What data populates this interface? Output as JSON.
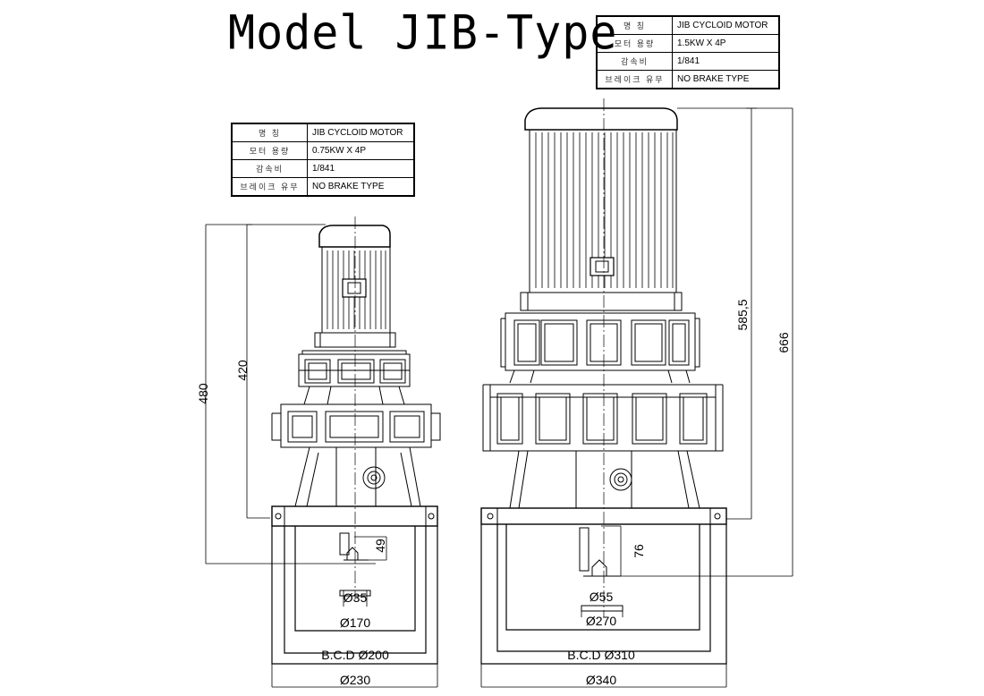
{
  "title": "Model JIB-Type",
  "spec_right": [
    {
      "key": "명 칭",
      "value": "JIB CYCLOID MOTOR"
    },
    {
      "key": "모터 용량",
      "value": "1.5KW X 4P"
    },
    {
      "key": "감속비",
      "value": "1/841"
    },
    {
      "key": "브레이크 유무",
      "value": "NO BRAKE TYPE"
    }
  ],
  "spec_left": [
    {
      "key": "명 칭",
      "value": "JIB CYCLOID MOTOR"
    },
    {
      "key": "모터 용량",
      "value": "0.75KW X 4P"
    },
    {
      "key": "감속비",
      "value": "1/841"
    },
    {
      "key": "브레이크 유무",
      "value": "NO BRAKE TYPE"
    }
  ],
  "left_unit": {
    "dim_overall": "480",
    "dim_height": "420",
    "dim_shaft_len": "49",
    "dim_shaft_dia": "Ø35",
    "dim_spigot": "Ø170",
    "dim_bcd": "B.C.D  Ø200",
    "dim_flange": "Ø230"
  },
  "right_unit": {
    "dim_overall": "666",
    "dim_height": "585,5",
    "dim_shaft_len": "76",
    "dim_shaft_dia": "Ø55",
    "dim_spigot": "Ø270",
    "dim_bcd": "B.C.D  Ø310",
    "dim_flange": "Ø340"
  }
}
